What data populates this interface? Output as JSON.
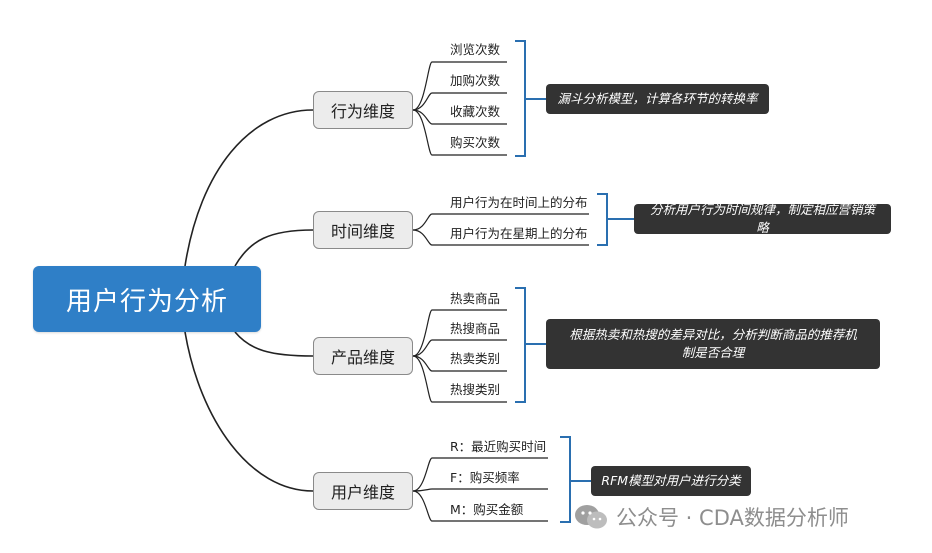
{
  "root": {
    "label": "用户行为分析"
  },
  "branches": [
    {
      "label": "行为维度",
      "leaves": [
        "浏览次数",
        "加购次数",
        "收藏次数",
        "购买次数"
      ],
      "note": "漏斗分析模型，计算各环节的转换率"
    },
    {
      "label": "时间维度",
      "leaves": [
        "用户行为在时间上的分布",
        "用户行为在星期上的分布"
      ],
      "note": "分析用户行为时间规律，制定相应营销策略"
    },
    {
      "label": "产品维度",
      "leaves": [
        "热卖商品",
        "热搜商品",
        "热卖类别",
        "热搜类别"
      ],
      "note": "根据热卖和热搜的差异对比，分析判断商品的推荐机制是否合理"
    },
    {
      "label": "用户维度",
      "leaves": [
        "R：最近购买时间",
        "F：购买频率",
        "M：购买金额"
      ],
      "note": "RFM模型对用户进行分类"
    }
  ],
  "watermark": {
    "text": "公众号 · CDA数据分析师"
  },
  "colors": {
    "root": "#2f7fc7",
    "bracket": "#2a6fb0",
    "note": "#333333",
    "link": "#222222"
  }
}
